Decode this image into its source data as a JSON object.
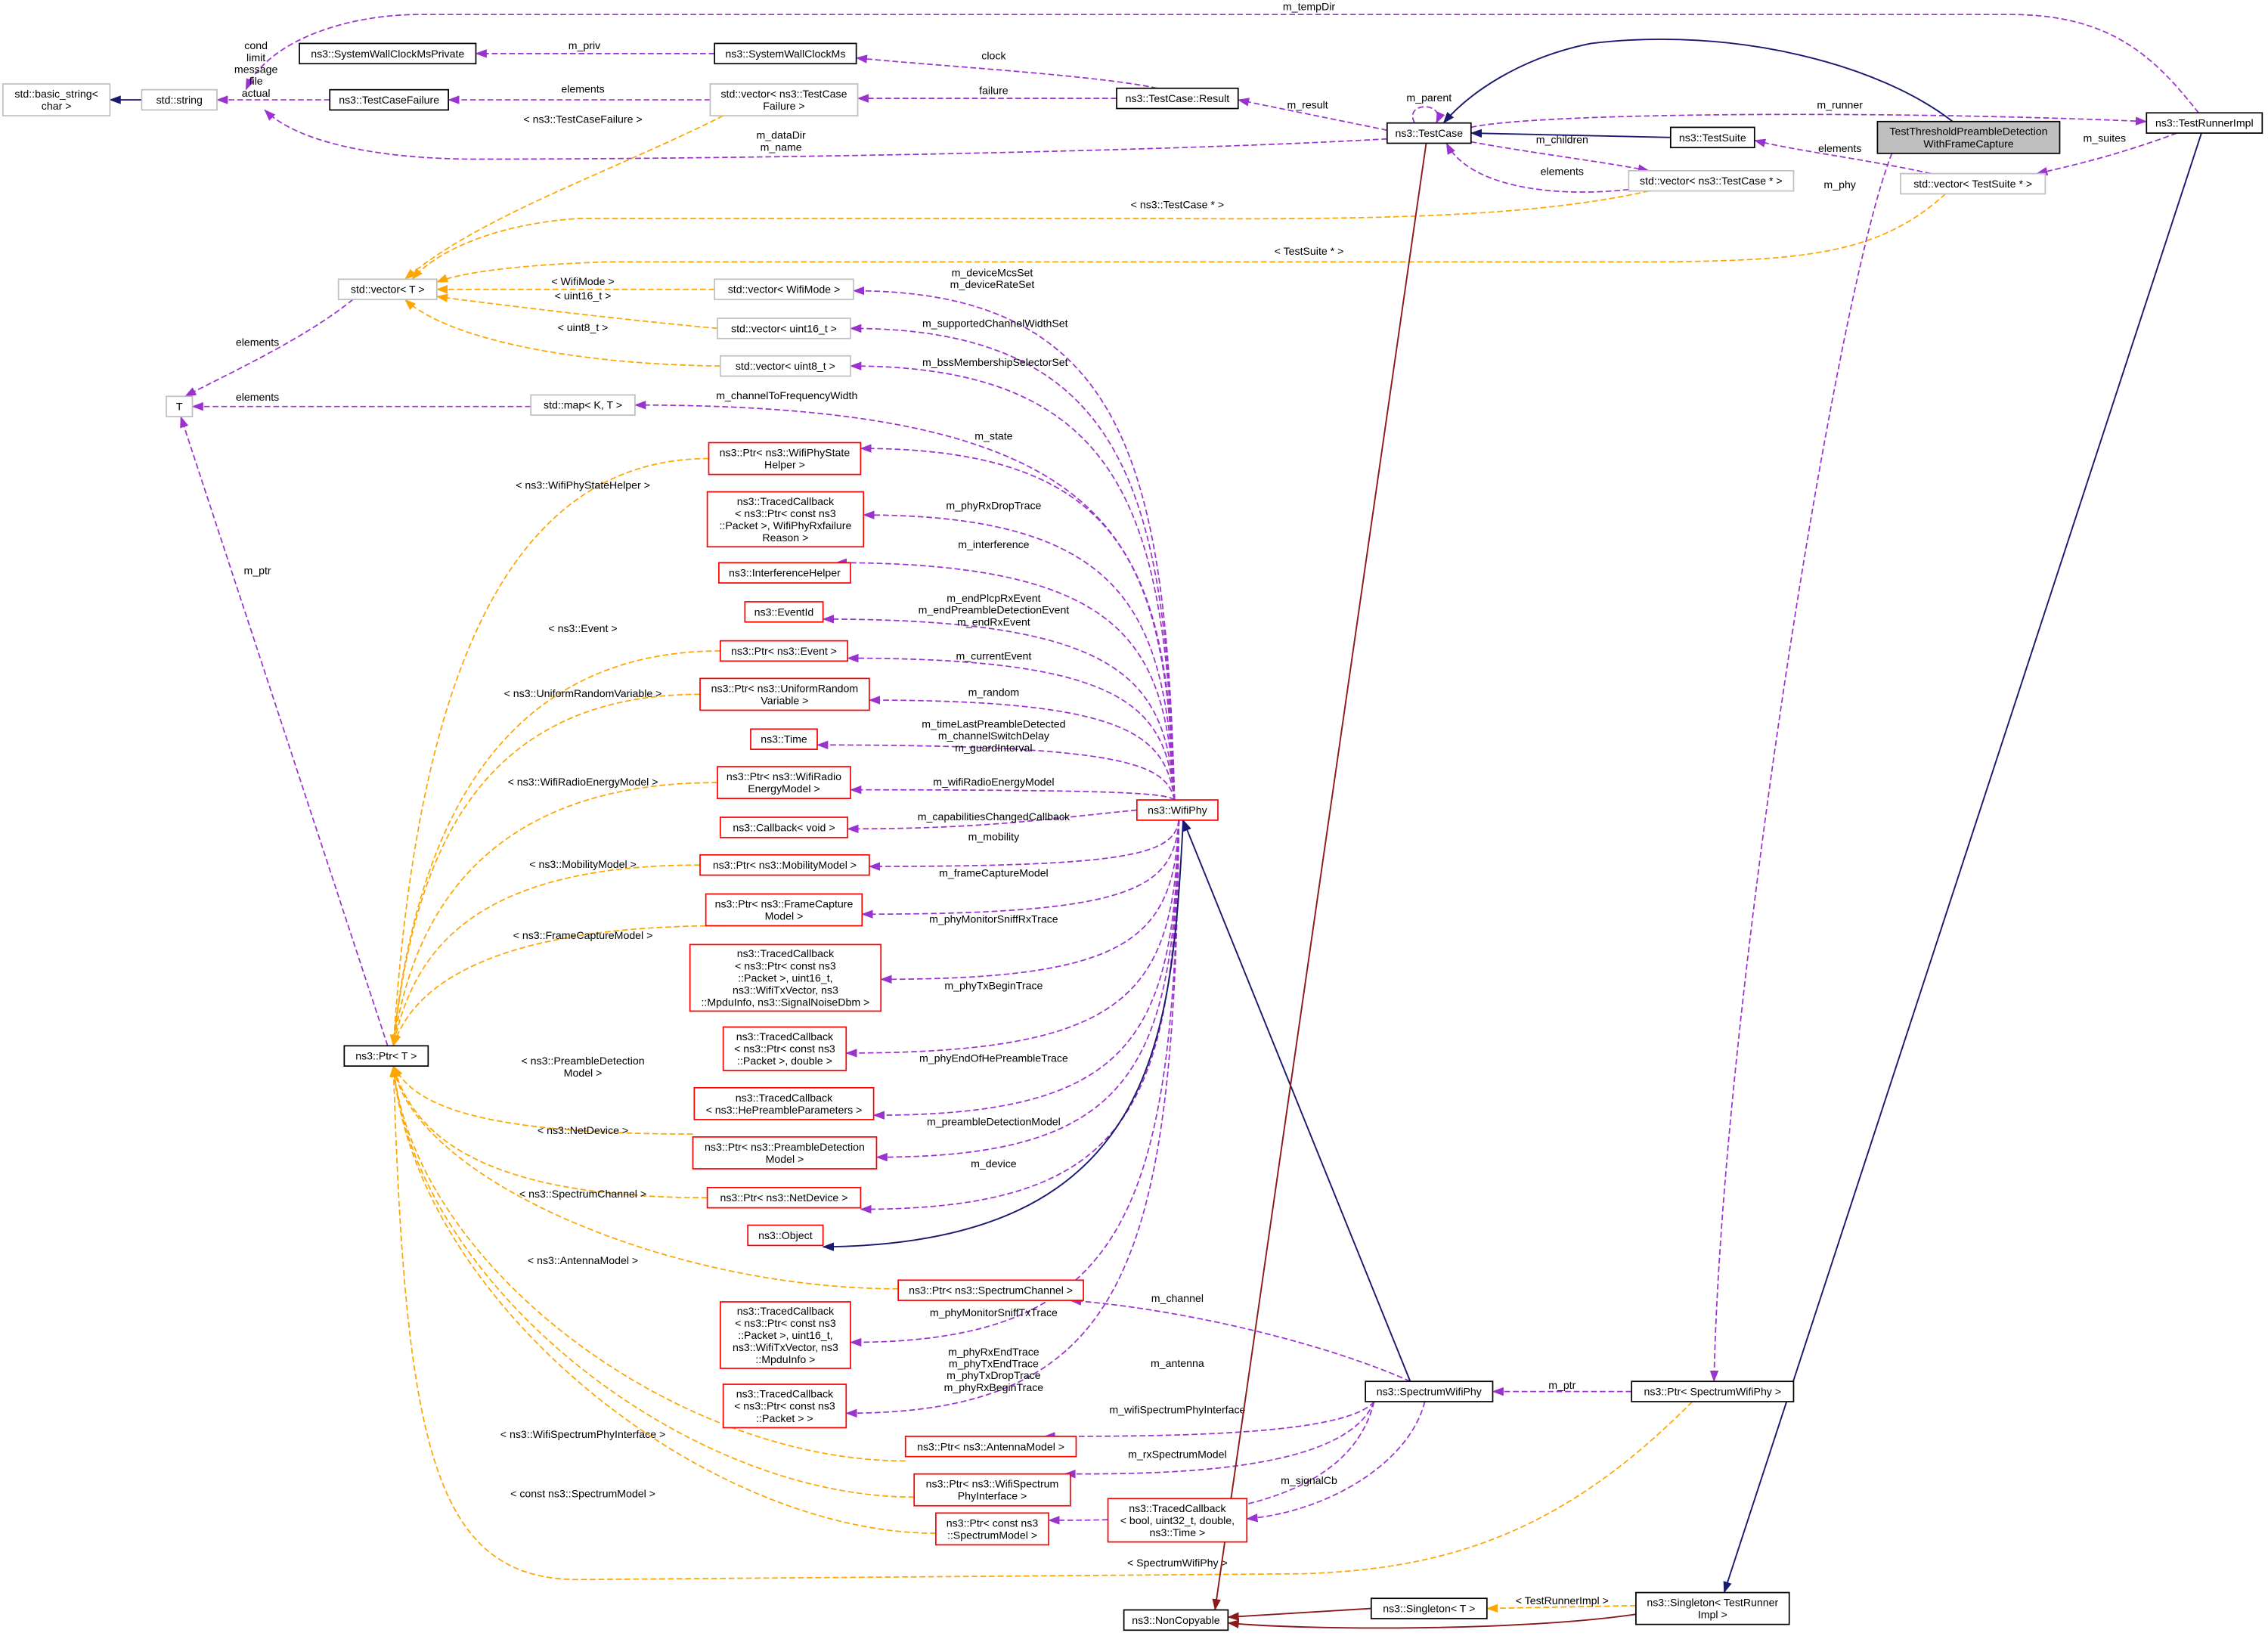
{
  "title": "TestThresholdPreambleDetectionWithFrameCapture collaboration graph",
  "colors": {
    "usage": "#9a32cd",
    "template": "#ffa500",
    "inheritance": "#191970",
    "private_inheritance": "#8b1a1a",
    "documented_border": "#000000",
    "external_border": "#bfbfbf",
    "incomplete_border": "#ff0000",
    "focus_fill": "#bfbfbf"
  },
  "nodes": [
    {
      "id": "basic_string",
      "kind": "external",
      "lines": [
        "std::basic_string<",
        "char >"
      ]
    },
    {
      "id": "string",
      "kind": "external",
      "lines": [
        "std::string"
      ]
    },
    {
      "id": "swcm_private",
      "kind": "documented",
      "lines": [
        "ns3::SystemWallClockMsPrivate"
      ]
    },
    {
      "id": "swcm",
      "kind": "documented",
      "lines": [
        "ns3::SystemWallClockMs"
      ]
    },
    {
      "id": "tcfailure",
      "kind": "documented",
      "lines": [
        "ns3::TestCaseFailure"
      ]
    },
    {
      "id": "vec_tcfailure",
      "kind": "external",
      "lines": [
        "std::vector< ns3::TestCase",
        "Failure >"
      ]
    },
    {
      "id": "tc_result",
      "kind": "documented",
      "lines": [
        "ns3::TestCase::Result"
      ]
    },
    {
      "id": "testcase",
      "kind": "documented",
      "lines": [
        "ns3::TestCase"
      ]
    },
    {
      "id": "testsuite",
      "kind": "documented",
      "lines": [
        "ns3::TestSuite"
      ]
    },
    {
      "id": "focus",
      "kind": "focus",
      "lines": [
        "TestThresholdPreambleDetection",
        "WithFrameCapture"
      ]
    },
    {
      "id": "runnerimpl",
      "kind": "documented",
      "lines": [
        "ns3::TestRunnerImpl"
      ]
    },
    {
      "id": "vec_testcase",
      "kind": "external",
      "lines": [
        "std::vector< ns3::TestCase * >"
      ]
    },
    {
      "id": "vec_testsuite",
      "kind": "external",
      "lines": [
        "std::vector< TestSuite * >"
      ]
    },
    {
      "id": "vec_T",
      "kind": "external",
      "lines": [
        "std::vector< T >"
      ]
    },
    {
      "id": "vec_wifimode",
      "kind": "external",
      "lines": [
        "std::vector< WifiMode >"
      ]
    },
    {
      "id": "vec_uint16",
      "kind": "external",
      "lines": [
        "std::vector< uint16_t >"
      ]
    },
    {
      "id": "vec_uint8",
      "kind": "external",
      "lines": [
        "std::vector< uint8_t >"
      ]
    },
    {
      "id": "T",
      "kind": "external",
      "lines": [
        "T"
      ]
    },
    {
      "id": "map",
      "kind": "external",
      "lines": [
        "std::map< K, T >"
      ]
    },
    {
      "id": "ptr_statehelper",
      "kind": "incomplete",
      "lines": [
        "ns3::Ptr< ns3::WifiPhyState",
        "Helper >"
      ]
    },
    {
      "id": "tc_rxdrop",
      "kind": "incomplete",
      "lines": [
        "ns3::TracedCallback",
        "< ns3::Ptr< const ns3",
        "::Packet >, WifiPhyRxfailure",
        "Reason >"
      ]
    },
    {
      "id": "interference",
      "kind": "incomplete",
      "lines": [
        "ns3::InterferenceHelper"
      ]
    },
    {
      "id": "eventid",
      "kind": "incomplete",
      "lines": [
        "ns3::EventId"
      ]
    },
    {
      "id": "ptr_event",
      "kind": "incomplete",
      "lines": [
        "ns3::Ptr< ns3::Event >"
      ]
    },
    {
      "id": "ptr_urv",
      "kind": "incomplete",
      "lines": [
        "ns3::Ptr< ns3::UniformRandom",
        "Variable >"
      ]
    },
    {
      "id": "time",
      "kind": "incomplete",
      "lines": [
        "ns3::Time"
      ]
    },
    {
      "id": "ptr_energy",
      "kind": "incomplete",
      "lines": [
        "ns3::Ptr< ns3::WifiRadio",
        "EnergyModel >"
      ]
    },
    {
      "id": "callback_void",
      "kind": "incomplete",
      "lines": [
        "ns3::Callback< void >"
      ]
    },
    {
      "id": "ptr_mobility",
      "kind": "incomplete",
      "lines": [
        "ns3::Ptr< ns3::MobilityModel >"
      ]
    },
    {
      "id": "ptr_framecapture",
      "kind": "incomplete",
      "lines": [
        "ns3::Ptr< ns3::FrameCapture",
        "Model >"
      ]
    },
    {
      "id": "tc_sniffrx",
      "kind": "incomplete",
      "lines": [
        "ns3::TracedCallback",
        "< ns3::Ptr< const ns3",
        "::Packet >, uint16_t,",
        "ns3::WifiTxVector, ns3",
        "::MpduInfo, ns3::SignalNoiseDbm >"
      ]
    },
    {
      "id": "tc_txbegin",
      "kind": "incomplete",
      "lines": [
        "ns3::TracedCallback",
        "< ns3::Ptr< const ns3",
        "::Packet >, double >"
      ]
    },
    {
      "id": "tc_hepreamble",
      "kind": "incomplete",
      "lines": [
        "ns3::TracedCallback",
        "< ns3::HePreambleParameters >"
      ]
    },
    {
      "id": "ptr_preamble",
      "kind": "incomplete",
      "lines": [
        "ns3::Ptr< ns3::PreambleDetection",
        "Model >"
      ]
    },
    {
      "id": "ptr_netdevice",
      "kind": "incomplete",
      "lines": [
        "ns3::Ptr< ns3::NetDevice >"
      ]
    },
    {
      "id": "object",
      "kind": "incomplete",
      "lines": [
        "ns3::Object"
      ]
    },
    {
      "id": "ptr_spectrumchannel",
      "kind": "incomplete",
      "lines": [
        "ns3::Ptr< ns3::SpectrumChannel >"
      ]
    },
    {
      "id": "tc_snifftx",
      "kind": "incomplete",
      "lines": [
        "ns3::TracedCallback",
        "< ns3::Ptr< const ns3",
        "::Packet >, uint16_t,",
        "ns3::WifiTxVector, ns3",
        "::MpduInfo >"
      ]
    },
    {
      "id": "tc_packet",
      "kind": "incomplete",
      "lines": [
        "ns3::TracedCallback",
        "< ns3::Ptr< const ns3",
        "::Packet > >"
      ]
    },
    {
      "id": "ptr_antenna",
      "kind": "incomplete",
      "lines": [
        "ns3::Ptr< ns3::AntennaModel >"
      ]
    },
    {
      "id": "ptr_wsphyif",
      "kind": "incomplete",
      "lines": [
        "ns3::Ptr< ns3::WifiSpectrum",
        "PhyInterface >"
      ]
    },
    {
      "id": "ptr_spectrummodel",
      "kind": "incomplete",
      "lines": [
        "ns3::Ptr< const ns3",
        "::SpectrumModel >"
      ]
    },
    {
      "id": "tc_bool",
      "kind": "incomplete",
      "lines": [
        "ns3::TracedCallback",
        "< bool, uint32_t, double,",
        "ns3::Time >"
      ]
    },
    {
      "id": "ptr_T",
      "kind": "documented",
      "lines": [
        "ns3::Ptr< T >"
      ]
    },
    {
      "id": "wifiphy",
      "kind": "incomplete",
      "lines": [
        "ns3::WifiPhy"
      ]
    },
    {
      "id": "spectrumwifiphy",
      "kind": "documented",
      "lines": [
        "ns3::SpectrumWifiPhy"
      ]
    },
    {
      "id": "ptr_swp",
      "kind": "documented",
      "lines": [
        "ns3::Ptr< SpectrumWifiPhy >"
      ]
    },
    {
      "id": "noncopyable",
      "kind": "documented",
      "lines": [
        "ns3::NonCopyable"
      ]
    },
    {
      "id": "singleton_T",
      "kind": "documented",
      "lines": [
        "ns3::Singleton< T >"
      ]
    },
    {
      "id": "singleton_runner",
      "kind": "documented",
      "lines": [
        "ns3::Singleton< TestRunner",
        "Impl >"
      ]
    }
  ],
  "edges": [
    {
      "id": "tempDir",
      "relation": "usage",
      "label": [
        "m_tempDir"
      ]
    },
    {
      "id": "priv",
      "relation": "usage",
      "label": [
        "m_priv"
      ]
    },
    {
      "id": "clock",
      "relation": "usage",
      "label": [
        "clock"
      ]
    },
    {
      "id": "failure_fields",
      "relation": "usage",
      "label": [
        "cond",
        "limit",
        "message",
        "file",
        "actual"
      ]
    },
    {
      "id": "tcf_elements",
      "relation": "usage",
      "label": [
        "elements"
      ]
    },
    {
      "id": "failure",
      "relation": "usage",
      "label": [
        "failure"
      ]
    },
    {
      "id": "result",
      "relation": "usage",
      "label": [
        "m_result"
      ]
    },
    {
      "id": "datadir",
      "relation": "usage",
      "label": [
        "m_dataDir",
        "m_name"
      ]
    },
    {
      "id": "parent",
      "relation": "usage",
      "label": [
        "m_parent"
      ]
    },
    {
      "id": "runner",
      "relation": "usage",
      "label": [
        "m_runner"
      ]
    },
    {
      "id": "children",
      "relation": "usage",
      "label": [
        "m_children"
      ]
    },
    {
      "id": "tc_elements",
      "relation": "usage",
      "label": [
        "elements"
      ]
    },
    {
      "id": "ts_elements",
      "relation": "usage",
      "label": [
        "elements"
      ]
    },
    {
      "id": "suites",
      "relation": "usage",
      "label": [
        "m_suites"
      ]
    },
    {
      "id": "phy",
      "relation": "usage",
      "label": [
        "m_phy"
      ]
    },
    {
      "id": "vecT_elements",
      "relation": "usage",
      "label": [
        "elements"
      ]
    },
    {
      "id": "map_elements",
      "relation": "usage",
      "label": [
        "elements"
      ]
    },
    {
      "id": "mcs",
      "relation": "usage",
      "label": [
        "m_deviceMcsSet",
        "m_deviceRateSet"
      ]
    },
    {
      "id": "chwidth",
      "relation": "usage",
      "label": [
        "m_supportedChannelWidthSet"
      ]
    },
    {
      "id": "bss",
      "relation": "usage",
      "label": [
        "m_bssMembershipSelectorSet"
      ]
    },
    {
      "id": "chfreq",
      "relation": "usage",
      "label": [
        "m_channelToFrequencyWidth"
      ]
    },
    {
      "id": "state",
      "relation": "usage",
      "label": [
        "m_state"
      ]
    },
    {
      "id": "rxdrop",
      "relation": "usage",
      "label": [
        "m_phyRxDropTrace"
      ]
    },
    {
      "id": "interference",
      "relation": "usage",
      "label": [
        "m_interference"
      ]
    },
    {
      "id": "events",
      "relation": "usage",
      "label": [
        "m_endPlcpRxEvent",
        "m_endPreambleDetectionEvent",
        "m_endRxEvent"
      ]
    },
    {
      "id": "currentEvent",
      "relation": "usage",
      "label": [
        "m_currentEvent"
      ]
    },
    {
      "id": "random",
      "relation": "usage",
      "label": [
        "m_random"
      ]
    },
    {
      "id": "times",
      "relation": "usage",
      "label": [
        "m_timeLastPreambleDetected",
        "m_channelSwitchDelay",
        "m_guardInterval"
      ]
    },
    {
      "id": "energy",
      "relation": "usage",
      "label": [
        "m_wifiRadioEnergyModel"
      ]
    },
    {
      "id": "capcb",
      "relation": "usage",
      "label": [
        "m_capabilitiesChangedCallback"
      ]
    },
    {
      "id": "mobility",
      "relation": "usage",
      "label": [
        "m_mobility"
      ]
    },
    {
      "id": "framecapture",
      "relation": "usage",
      "label": [
        "m_frameCaptureModel"
      ]
    },
    {
      "id": "sniffrx",
      "relation": "usage",
      "label": [
        "m_phyMonitorSniffRxTrace"
      ]
    },
    {
      "id": "txbegin",
      "relation": "usage",
      "label": [
        "m_phyTxBeginTrace"
      ]
    },
    {
      "id": "hepreamble",
      "relation": "usage",
      "label": [
        "m_phyEndOfHePreambleTrace"
      ]
    },
    {
      "id": "preamble",
      "relation": "usage",
      "label": [
        "m_preambleDetectionModel"
      ]
    },
    {
      "id": "device",
      "relation": "usage",
      "label": [
        "m_device"
      ]
    },
    {
      "id": "snifftx",
      "relation": "usage",
      "label": [
        "m_phyMonitorSniffTxTrace"
      ]
    },
    {
      "id": "traces",
      "relation": "usage",
      "label": [
        "m_phyRxEndTrace",
        "m_phyTxEndTrace",
        "m_phyTxDropTrace",
        "m_phyRxBeginTrace"
      ]
    },
    {
      "id": "channel",
      "relation": "usage",
      "label": [
        "m_channel"
      ]
    },
    {
      "id": "antenna",
      "relation": "usage",
      "label": [
        "m_antenna"
      ]
    },
    {
      "id": "wsphyif",
      "relation": "usage",
      "label": [
        "m_wifiSpectrumPhyInterface"
      ]
    },
    {
      "id": "rxspectrum",
      "relation": "usage",
      "label": [
        "m_rxSpectrumModel"
      ]
    },
    {
      "id": "signalcb",
      "relation": "usage",
      "label": [
        "m_signalCb"
      ]
    },
    {
      "id": "swp_ptr",
      "relation": "usage",
      "label": [
        "m_ptr"
      ]
    },
    {
      "id": "T_ptr",
      "relation": "usage",
      "label": [
        "m_ptr"
      ]
    },
    {
      "id": "t_tcf",
      "relation": "template",
      "label": [
        "< ns3::TestCaseFailure >"
      ]
    },
    {
      "id": "t_testcase",
      "relation": "template",
      "label": [
        "< ns3::TestCase * >"
      ]
    },
    {
      "id": "t_testsuite",
      "relation": "template",
      "label": [
        "< TestSuite * >"
      ]
    },
    {
      "id": "t_wifimode",
      "relation": "template",
      "label": [
        "< WifiMode >"
      ]
    },
    {
      "id": "t_uint16",
      "relation": "template",
      "label": [
        "< uint16_t >"
      ]
    },
    {
      "id": "t_uint8",
      "relation": "template",
      "label": [
        "< uint8_t >"
      ]
    },
    {
      "id": "t_statehelper",
      "relation": "template",
      "label": [
        "< ns3::WifiPhyStateHelper >"
      ]
    },
    {
      "id": "t_event",
      "relation": "template",
      "label": [
        "< ns3::Event >"
      ]
    },
    {
      "id": "t_urv",
      "relation": "template",
      "label": [
        "< ns3::UniformRandomVariable >"
      ]
    },
    {
      "id": "t_energy",
      "relation": "template",
      "label": [
        "< ns3::WifiRadioEnergyModel >"
      ]
    },
    {
      "id": "t_mobility",
      "relation": "template",
      "label": [
        "< ns3::MobilityModel >"
      ]
    },
    {
      "id": "t_framecapture",
      "relation": "template",
      "label": [
        "< ns3::FrameCaptureModel >"
      ]
    },
    {
      "id": "t_preamble",
      "relation": "template",
      "label": [
        "< ns3::PreambleDetection",
        "Model >"
      ]
    },
    {
      "id": "t_netdevice",
      "relation": "template",
      "label": [
        "< ns3::NetDevice >"
      ]
    },
    {
      "id": "t_spectrumchannel",
      "relation": "template",
      "label": [
        "< ns3::SpectrumChannel >"
      ]
    },
    {
      "id": "t_antenna",
      "relation": "template",
      "label": [
        "< ns3::AntennaModel >"
      ]
    },
    {
      "id": "t_wsphyif",
      "relation": "template",
      "label": [
        "< ns3::WifiSpectrumPhyInterface >"
      ]
    },
    {
      "id": "t_spectrummodel",
      "relation": "template",
      "label": [
        "< const ns3::SpectrumModel >"
      ]
    },
    {
      "id": "t_swp",
      "relation": "template",
      "label": [
        "< SpectrumWifiPhy >"
      ]
    },
    {
      "id": "t_runner",
      "relation": "template",
      "label": [
        "< TestRunnerImpl >"
      ]
    },
    {
      "id": "i_string",
      "relation": "inheritance",
      "label": []
    },
    {
      "id": "i_focus",
      "relation": "inheritance",
      "label": []
    },
    {
      "id": "i_testsuite",
      "relation": "inheritance",
      "label": []
    },
    {
      "id": "i_object",
      "relation": "inheritance",
      "label": []
    },
    {
      "id": "i_swp",
      "relation": "inheritance",
      "label": []
    },
    {
      "id": "i_runner",
      "relation": "inheritance",
      "label": []
    },
    {
      "id": "p_testcase",
      "relation": "private_inheritance",
      "label": []
    },
    {
      "id": "p_singletonT",
      "relation": "private_inheritance",
      "label": []
    },
    {
      "id": "p_singletonRunner",
      "relation": "private_inheritance",
      "label": []
    }
  ]
}
